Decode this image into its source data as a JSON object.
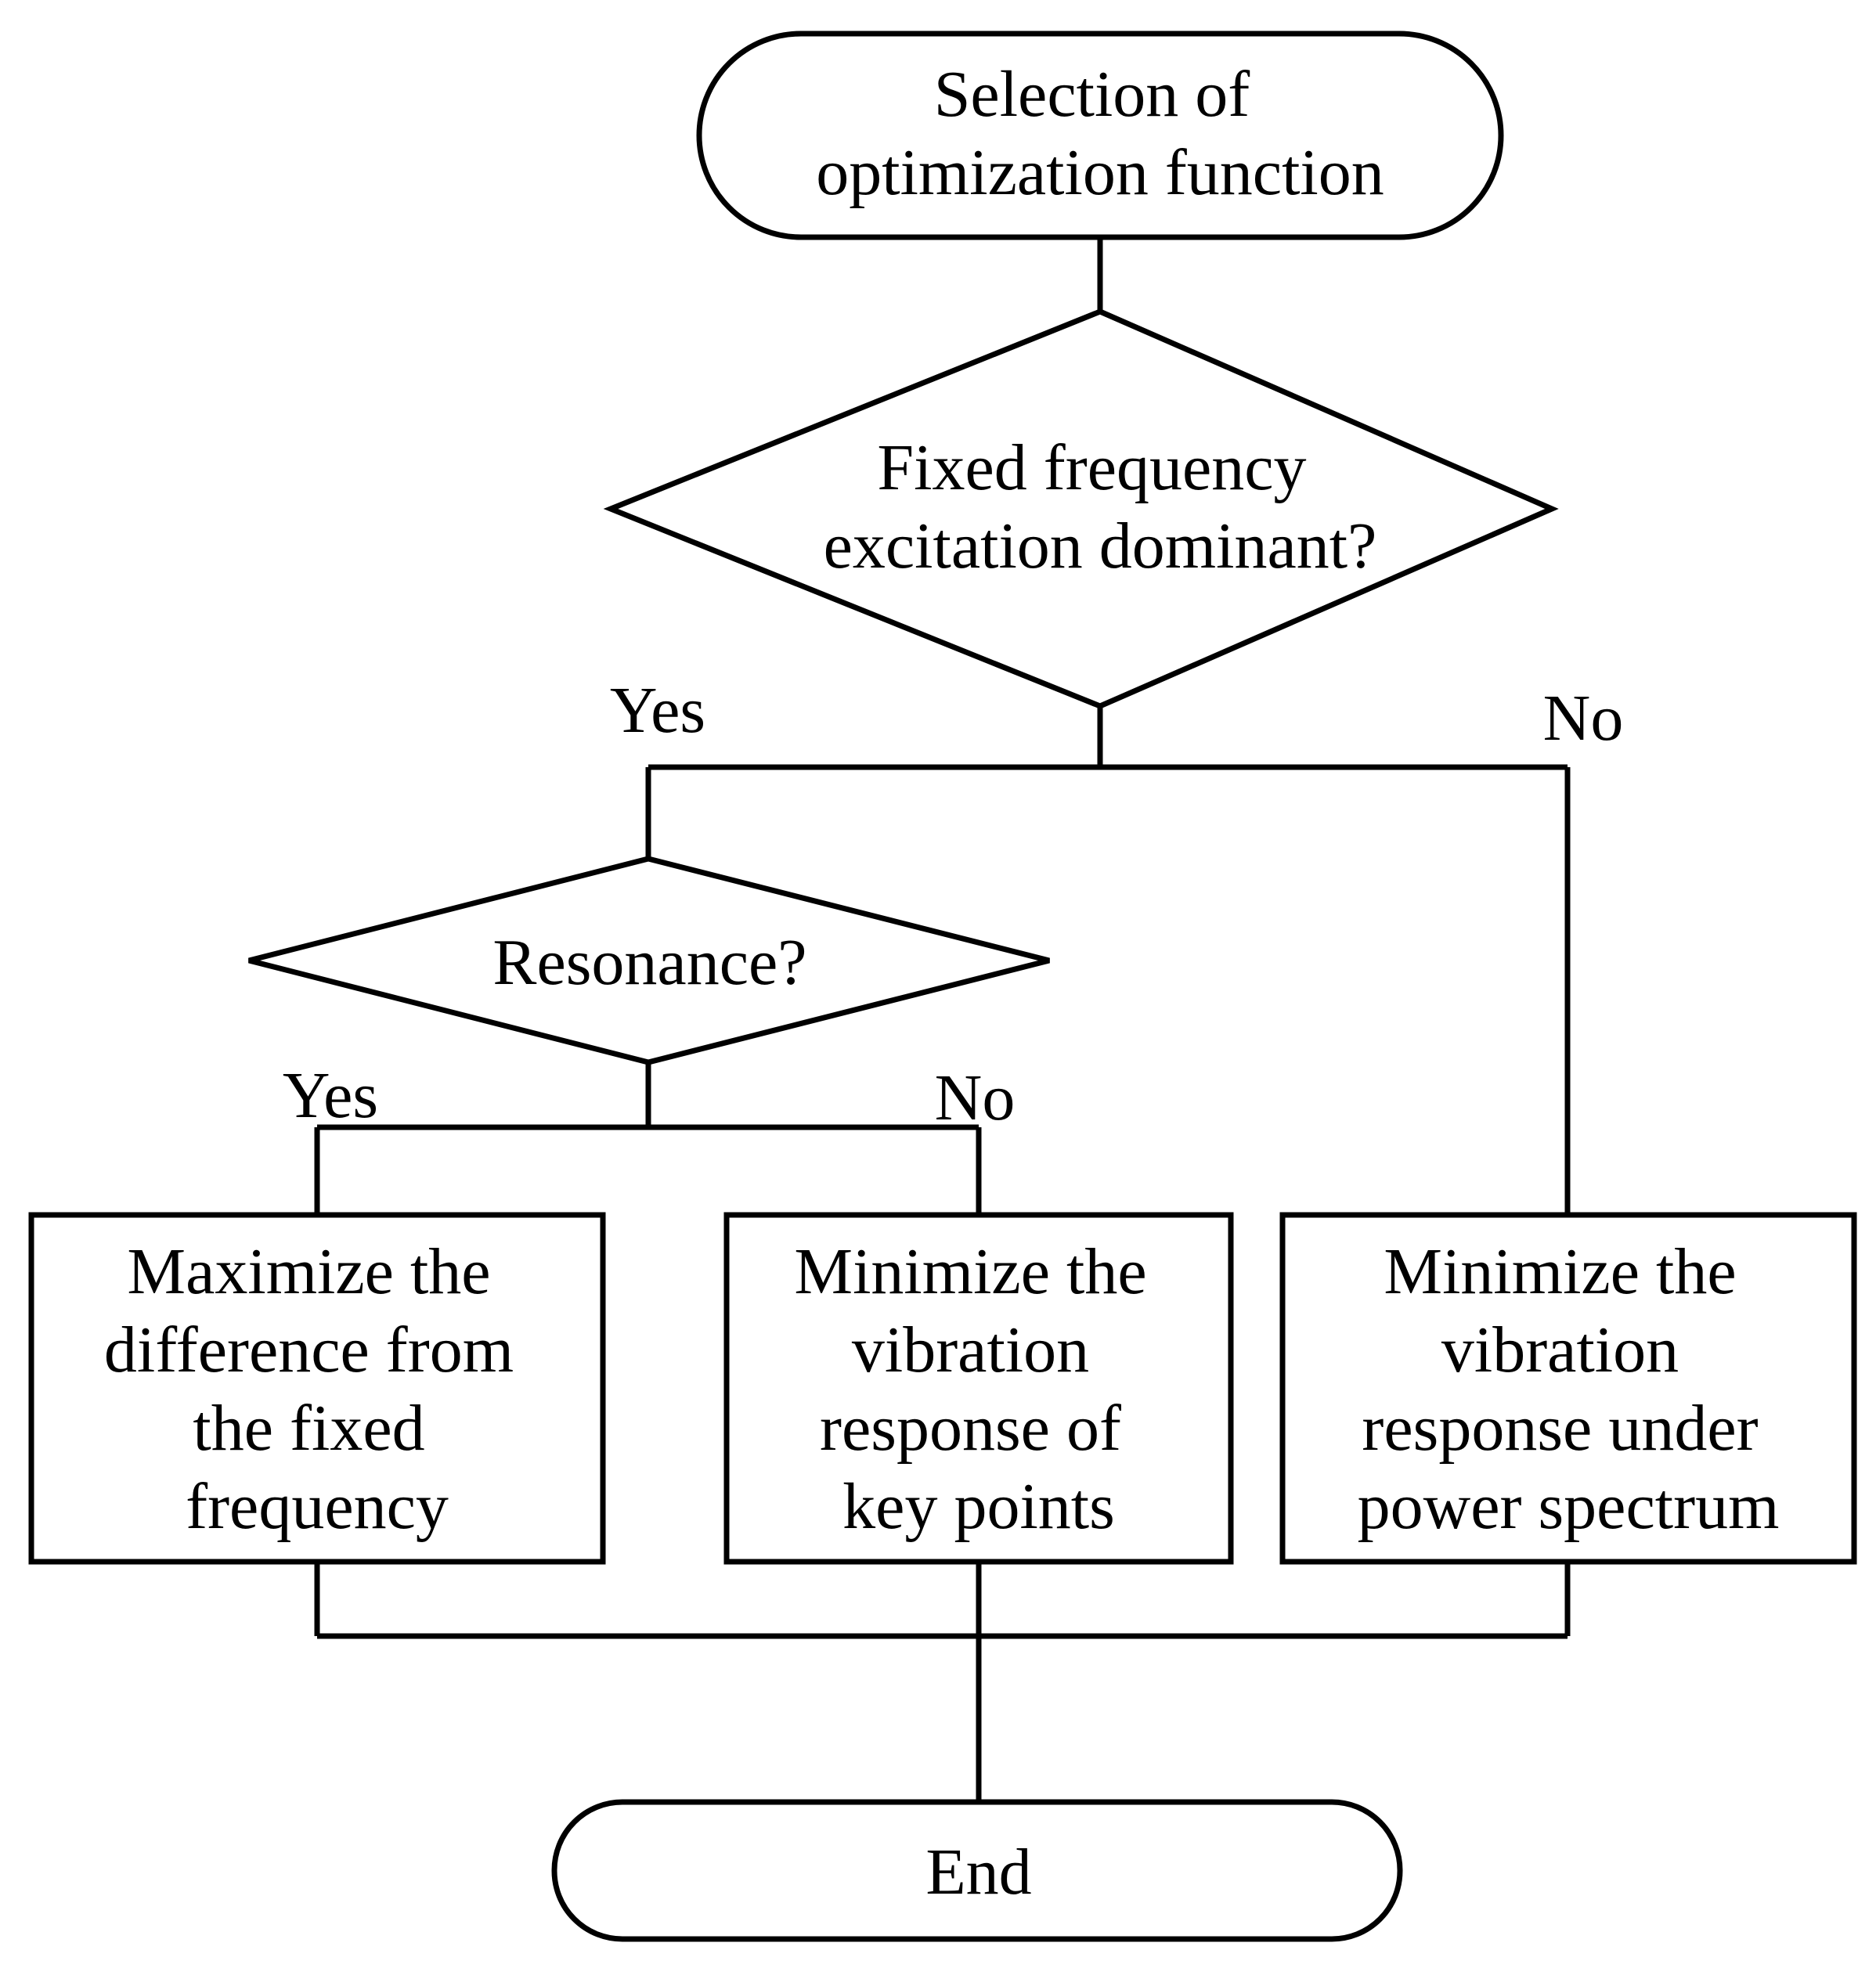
{
  "start": {
    "lines": [
      "Selection of",
      "optimization function"
    ]
  },
  "decision_main": {
    "lines": [
      "Fixed frequency",
      "excitation dominant?"
    ],
    "yes_label": "Yes",
    "no_label": "No"
  },
  "decision_resonance": {
    "lines": [
      "Resonance?"
    ],
    "yes_label": "Yes",
    "no_label": "No"
  },
  "box_maximize": {
    "lines": [
      "Maximize the",
      "difference from",
      "the fixed",
      "frequency"
    ]
  },
  "box_keypoints": {
    "lines": [
      "Minimize the",
      "vibration",
      "response of",
      "key points"
    ]
  },
  "box_power": {
    "lines": [
      "Minimize the",
      "vibration",
      "response under",
      "power spectrum"
    ]
  },
  "end": {
    "lines": [
      "End"
    ]
  }
}
